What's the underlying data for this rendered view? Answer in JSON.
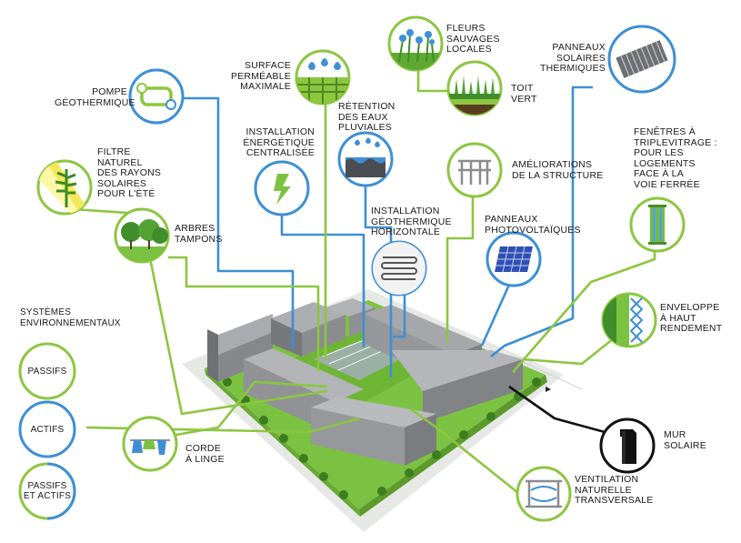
{
  "colors": {
    "passive": "#8cc63f",
    "active": "#3d8fd6",
    "building": "#8e9094",
    "ground": "#7cc242"
  },
  "legend": {
    "title": "SYSTÈMES\nENVIRONNEMENTAUX",
    "passive": "PASSIFS",
    "active": "ACTIFS",
    "both": "PASSIFS\nET ACTIFS"
  },
  "features": {
    "pompe": "POMPE\nGÉOTHERMIQUE",
    "filtre": "FILTRE\nNATUREL\nDES RAYONS\nSOLAIRES\nPOUR L'ÉTÉ",
    "arbres": "ARBRES\nTAMPONS",
    "surface": "SURFACE\nPERMÉABLE\nMAXIMALE",
    "installation_energetique": "INSTALLATION\nÉNERGÉTIQUE\nCENTRALISÉE",
    "retention": "RÉTENTION\nDES EAUX\nPLUVIALES",
    "geothermique_horizontale": "INSTALLATION\nGÉOTHERMIQUE\nHORIZONTALE",
    "fleurs": "FLEURS\nSAUVAGES\nLOCALES",
    "toit_vert": "TOIT\nVERT",
    "ameliorations": "AMÉLIORATIONS\nDE LA STRUCTURE",
    "photovoltaiques": "PANNEAUX\nPHOTOVOLTAÏQUES",
    "solaires_thermiques": "PANNEAUX\nSOLAIRES\nTHERMIQUES",
    "fenetres": "FENÊTRES À\nTRIPLEVITRAGE :\nPOUR LES\nLOGEMENTS\nFACE À LA\nVOIE FERRÉE",
    "enveloppe": "ENVELOPPE\nÀ HAUT\nRENDEMENT",
    "mur_solaire": "MUR\nSOLAIRE",
    "corde": "CORDE\nÀ LINGE",
    "ventilation": "VENTILATION\nNATURELLE\nTRANSVERSALE"
  },
  "icons": {
    "pompe": "heat-pump-icon",
    "filtre": "sun-filter-icon",
    "arbres": "trees-icon",
    "surface": "permeable-surface-icon",
    "installation_energetique": "lightning-icon",
    "retention": "rainwater-icon",
    "geothermique_horizontale": "ground-loop-icon",
    "fleurs": "flowers-icon",
    "toit_vert": "green-roof-icon",
    "ameliorations": "structure-icon",
    "photovoltaiques": "solar-panel-icon",
    "solaires_thermiques": "thermal-panel-icon",
    "fenetres": "triple-glazing-icon",
    "enveloppe": "insulation-icon",
    "mur_solaire": "solar-wall-icon",
    "corde": "clothesline-icon",
    "ventilation": "ventilation-icon"
  }
}
